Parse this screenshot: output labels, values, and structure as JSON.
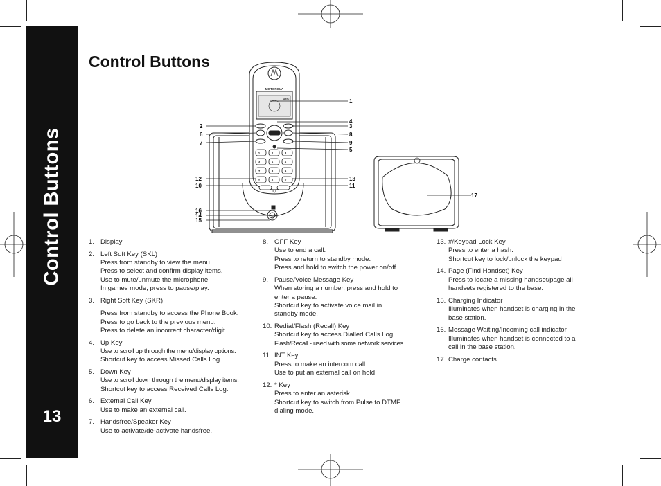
{
  "page": {
    "side_title": "Control Buttons",
    "page_number": "13",
    "title": "Control Buttons"
  },
  "figure": {
    "handset_brand": "MOTOROLA",
    "screen_text": "DECT",
    "base_brand": "",
    "callouts": [
      "1",
      "2",
      "3",
      "4",
      "5",
      "6",
      "7",
      "8",
      "9",
      "10",
      "11",
      "12",
      "13",
      "14",
      "15",
      "16",
      "17"
    ],
    "keypad": [
      "1",
      "2",
      "3",
      "4",
      "5",
      "6",
      "7",
      "8",
      "9",
      "*",
      "0",
      "#"
    ]
  },
  "columns": [
    [
      {
        "num": "1.",
        "lines": [
          "Display"
        ]
      },
      {
        "num": "2.",
        "lines": [
          "Left Soft Key (SKL)",
          "Press from standby to view the menu",
          "Press to select and confirm display items.",
          "Use to mute/unmute the microphone.",
          "In games mode, press to pause/play."
        ]
      },
      {
        "num": "3.",
        "lines": [
          "Right Soft Key (SKR)",
          "",
          "Press from standby to access the Phone Book.",
          "Press to go back to the previous menu.",
          "Press to delete an incorrect character/digit."
        ]
      },
      {
        "num": "4.",
        "lines": [
          "Up Key",
          "Use to scroll up through the menu/display options.",
          "Shortcut key to access Missed Calls Log."
        ]
      },
      {
        "num": "5.",
        "lines": [
          "Down Key",
          "Use to scroll down through the menu/display items.",
          "Shortcut key to access Received Calls Log."
        ]
      },
      {
        "num": "6.",
        "lines": [
          "External Call Key",
          "Use to make an external call."
        ]
      },
      {
        "num": "7.",
        "lines": [
          "Handsfree/Speaker Key",
          "Use to activate/de-activate handsfree."
        ]
      }
    ],
    [
      {
        "num": "8.",
        "lines": [
          "OFF Key",
          "Use to end a call.",
          "Press to return to standby mode.",
          "Press and hold to switch the power on/off."
        ]
      },
      {
        "num": "9.",
        "lines": [
          "Pause/Voice Message Key",
          "When storing a number, press and hold to",
          "enter a pause.",
          "Shortcut key to activate voice mail in",
          "standby mode."
        ]
      },
      {
        "num": "10.",
        "lines": [
          "Redial/Flash (Recall) Key",
          "Shortcut key to access Dialled Calls Log.",
          "Flash/Recall - used with some network services."
        ]
      },
      {
        "num": "11.",
        "lines": [
          "INT Key",
          "Press to make an intercom call.",
          "Use to put an external call on hold."
        ]
      },
      {
        "num": "12.",
        "lines": [
          "* Key",
          "Press to enter an asterisk.",
          "Shortcut key to switch from Pulse to DTMF",
          "dialing mode."
        ]
      }
    ],
    [
      {
        "num": "13.",
        "lines": [
          "#/Keypad Lock Key",
          "Press to enter a hash.",
          "Shortcut key to lock/unlock the keypad"
        ]
      },
      {
        "num": "14.",
        "lines": [
          "Page (Find Handset) Key",
          "Press to locate a missing handset/page all",
          "handsets registered to the base."
        ]
      },
      {
        "num": "15.",
        "lines": [
          "Charging Indicator",
          "Illuminates when handset is charging in the",
          "base station."
        ]
      },
      {
        "num": "16.",
        "lines": [
          "Message Waiting/Incoming call indicator",
          "Illuminates when handset is connected to a",
          "call in the base station."
        ]
      },
      {
        "num": "17.",
        "lines": [
          "Charge contacts"
        ]
      }
    ]
  ]
}
